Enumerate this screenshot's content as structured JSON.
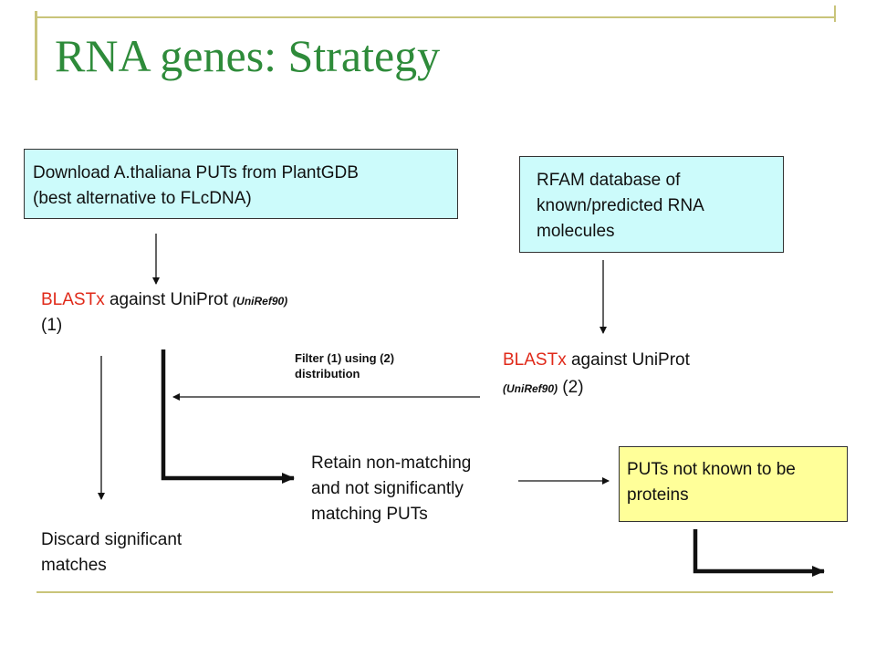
{
  "slide": {
    "title": "RNA genes: Strategy"
  },
  "download_box": {
    "line1": "Download A.thaliana PUTs from PlantGDB",
    "line2": "(best alternative to FLcDNA)"
  },
  "rfam_box": {
    "line1": "RFAM database of",
    "line2": "known/predicted RNA",
    "line3": "molecules"
  },
  "blastx_left": {
    "method": "BLASTx",
    "against": " against UniProt ",
    "db": "(UniRef90)",
    "index": "(1)"
  },
  "blastx_right": {
    "method": "BLASTx",
    "against": " against UniProt",
    "db": "(UniRef90)",
    "index": " (2)"
  },
  "filter_note": {
    "line1": "Filter (1) using (2)",
    "line2": "distribution"
  },
  "retain_text": {
    "line1": "Retain non-matching",
    "line2": "and not significantly",
    "line3": "matching PUTs"
  },
  "discard_text": {
    "line1": "Discard significant",
    "line2": "matches"
  },
  "puts_box": {
    "line1": "PUTs not known to be",
    "line2": "proteins"
  },
  "colors": {
    "title": "#2e8b3a",
    "accent_red": "#e02a1a",
    "box_cyan": "#ccfbfb",
    "box_yellow": "#ffff99",
    "decor_line": "#c9c47a"
  }
}
